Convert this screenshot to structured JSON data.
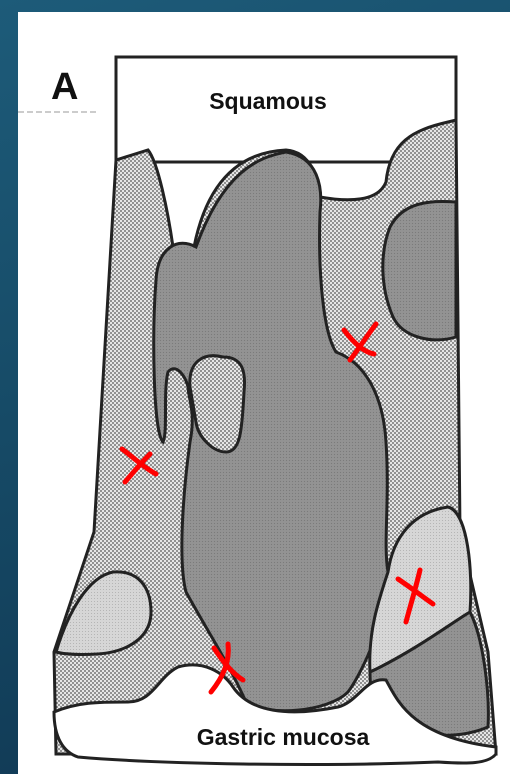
{
  "figure": {
    "panel_label": "A",
    "top_label": "Squamous",
    "bottom_label": "Gastric mucosa"
  },
  "legend_colors": {
    "background": "#1a5572",
    "squamous": "#ffffff",
    "dotted_region": "#d9d9d9",
    "dark_region": "#8f8f8f",
    "light_patch": "#cfcfcf",
    "biopsy_mark": "#ff0000"
  },
  "marks": [
    {
      "name": "biopsy-mark"
    },
    {
      "name": "biopsy-mark"
    },
    {
      "name": "biopsy-mark"
    },
    {
      "name": "biopsy-mark"
    }
  ]
}
